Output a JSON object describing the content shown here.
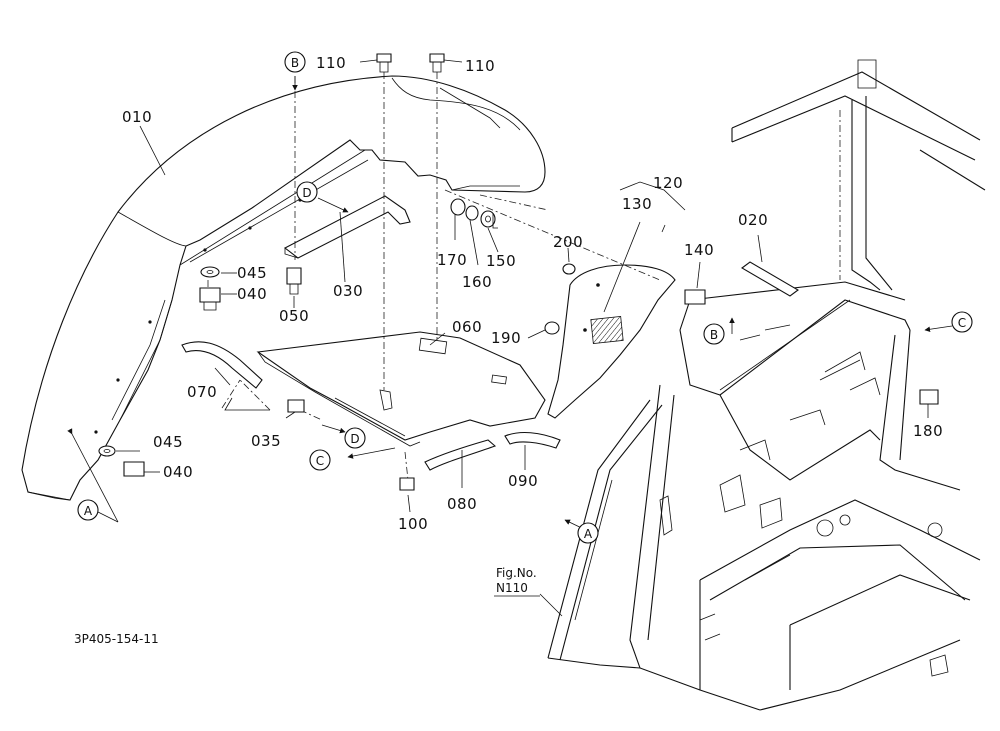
{
  "diagram": {
    "drawing_code": "3P405-154-11",
    "fig_ref_line1": "Fig.No.",
    "fig_ref_line2": "N110",
    "callouts": {
      "A": "A",
      "B": "B",
      "C": "C",
      "D": "D"
    },
    "part_labels": {
      "p010": "010",
      "p020": "020",
      "p030": "030",
      "p035": "035",
      "p040": "040",
      "p045": "045",
      "p050": "050",
      "p060": "060",
      "p070": "070",
      "p080": "080",
      "p090": "090",
      "p100": "100",
      "p110": "110",
      "p120": "120",
      "p130": "130",
      "p140": "140",
      "p150": "150",
      "p160": "160",
      "p170": "170",
      "p180": "180",
      "p190": "190",
      "p200": "200"
    }
  }
}
